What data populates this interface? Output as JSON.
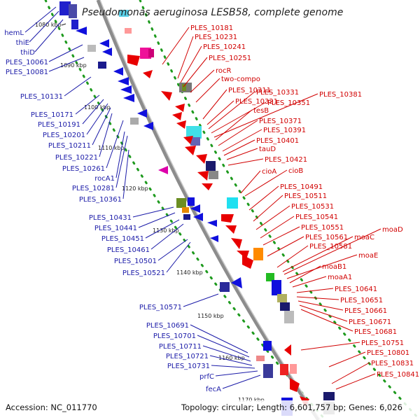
{
  "title": "Pseudomonas aeruginosa LESB58, complete genome",
  "accession": "Accession: NC_011770",
  "topology": "Topology: circular; Length: 6,601,757 bp; Genes: 6,026",
  "ticks": [
    "1080 kbp",
    "1090 kbp",
    "1100 kbp",
    "1110 kbp",
    "1120 kbp",
    "1130 kbp",
    "1140 kbp",
    "1150 kbp",
    "1160 kbp",
    "1170 kbp"
  ],
  "left_labels": [
    "hemL",
    "thiE",
    "thiD",
    "PLES_10061",
    "PLES_10081",
    "PLES_10131",
    "PLES_10171",
    "PLES_10191",
    "PLES_10201",
    "PLES_10211",
    "PLES_10221",
    "PLES_10261",
    "rocA1",
    "PLES_10281",
    "PLES_10361",
    "PLES_10431",
    "PLES_10441",
    "PLES_10451",
    "PLES_10461",
    "PLES_10501",
    "PLES_10521",
    "PLES_10571",
    "PLES_10691",
    "PLES_10701",
    "PLES_10711",
    "PLES_10721",
    "PLES_10731",
    "prfC",
    "fecA"
  ],
  "right_labels": [
    "PLES_10181",
    "PLES_10231",
    "PLES_10241",
    "PLES_10251",
    "rocR",
    "two-compo",
    "PLES_10311",
    "PLES_10321",
    "PLES_10331",
    "PLES_10351",
    "PLES_10381",
    "tesB",
    "PLES_10371",
    "PLES_10391",
    "PLES_10401",
    "tauD",
    "PLES_10421",
    "cioA",
    "cioB",
    "PLES_10491",
    "PLES_10511",
    "PLES_10531",
    "PLES_10541",
    "PLES_10551",
    "PLES_10561",
    "PLES_10581",
    "moaC",
    "moaD",
    "moaE",
    "moaB1",
    "moaA1",
    "PLES_10641",
    "PLES_10651",
    "PLES_10661",
    "PLES_10671",
    "PLES_10681",
    "PLES_10751",
    "PLES_10801",
    "PLES_10831",
    "PLES_10841"
  ],
  "colors": {
    "forward_gene": "#e80000",
    "reverse_gene": "#1010dd",
    "backbone": "#8c8c8c",
    "gc_dots": "#1e9a1e",
    "left_label": "#1b1ba8",
    "right_label": "#d10000"
  }
}
